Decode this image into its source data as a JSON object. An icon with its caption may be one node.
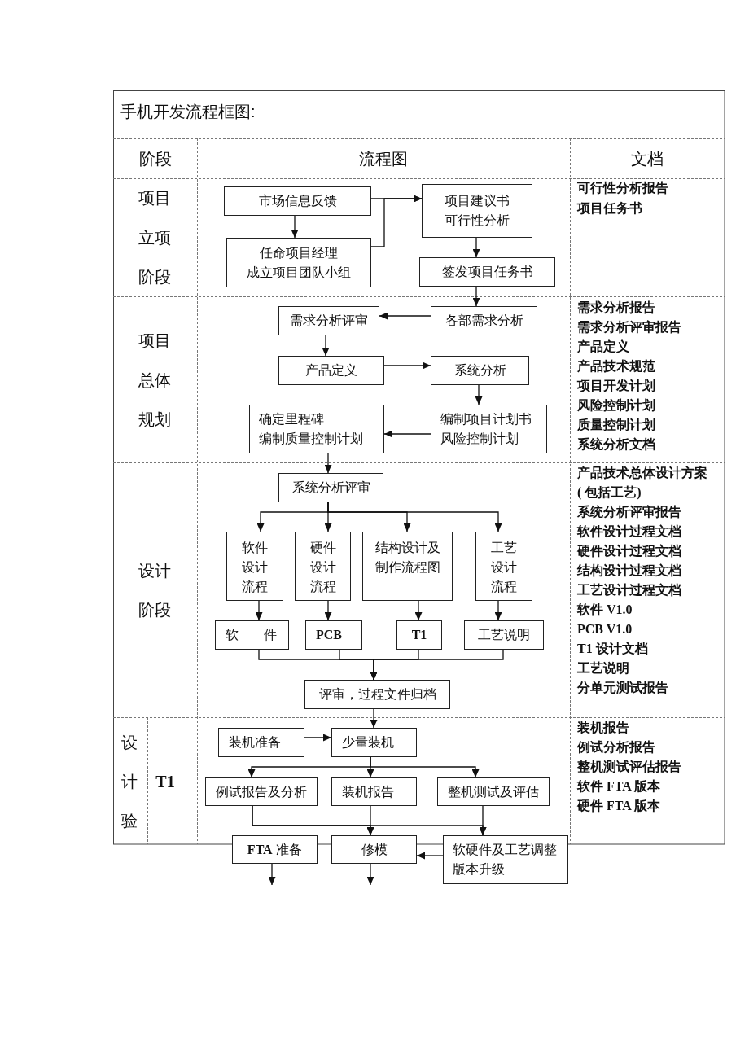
{
  "diagram": {
    "title": "手机开发流程框图:",
    "nodes": [
      {
        "text": [
          "市场信息反馈"
        ]
      },
      {
        "text": [
          "任命项目经理",
          "成立项目团队小组"
        ]
      },
      {
        "text": [
          "项目建议书",
          "可行性分析"
        ]
      },
      {
        "text": [
          "签发项目任务书"
        ]
      },
      {
        "text": [
          "需求分析评审"
        ]
      },
      {
        "text": [
          "各部需求分析"
        ]
      },
      {
        "text": [
          "产品定义"
        ]
      },
      {
        "text": [
          "系统分析"
        ]
      },
      {
        "text": [
          "确定里程碑",
          "编制质量控制计划"
        ]
      },
      {
        "text": [
          "编制项目计划书",
          "风险控制计划"
        ]
      },
      {
        "text": [
          "系统分析评审"
        ]
      },
      {
        "text": [
          "软件设计流程"
        ]
      },
      {
        "text": [
          "硬件设计流程"
        ]
      },
      {
        "text": [
          "结构设计及制作流程图"
        ]
      },
      {
        "text": [
          "工艺设计流程"
        ]
      },
      {
        "text": [
          "软件"
        ]
      },
      {
        "text": [
          "PCB"
        ]
      },
      {
        "text": [
          "T1"
        ]
      },
      {
        "text": [
          "工艺说明"
        ]
      },
      {
        "text": [
          "评审，过程文件归档"
        ]
      },
      {
        "text": [
          "装机准备"
        ]
      },
      {
        "text": [
          "少量装机"
        ]
      },
      {
        "text": [
          "例试报告及分析"
        ]
      },
      {
        "text": [
          "装机报告"
        ]
      },
      {
        "text": [
          "整机测试及评估"
        ]
      },
      {
        "text": [
          "**FTA** 准备"
        ]
      },
      {
        "text": [
          "修模"
        ]
      },
      {
        "text": [
          "软硬件及工艺调整",
          "版本升级"
        ]
      }
    ],
    "edges": [
      {
        "from": 0,
        "to": 2,
        "arrow": "to"
      },
      {
        "from": 0,
        "to": 1,
        "arrow": "to"
      },
      {
        "from": 1,
        "to": 2,
        "arrow": "to"
      },
      {
        "from": 2,
        "to": 3,
        "arrow": "to"
      },
      {
        "from": 3,
        "to": 5,
        "arrow": "to"
      },
      {
        "from": 5,
        "to": 4,
        "arrow": "to"
      },
      {
        "from": 4,
        "to": 6,
        "arrow": "to"
      },
      {
        "from": 6,
        "to": 7,
        "arrow": "to"
      },
      {
        "from": 7,
        "to": 9,
        "arrow": "to"
      },
      {
        "from": 9,
        "to": 8,
        "arrow": "to"
      },
      {
        "from": 8,
        "to": 10,
        "arrow": "to"
      },
      {
        "from": 10,
        "to": 11,
        "arrow": "to"
      },
      {
        "from": 10,
        "to": 12,
        "arrow": "to"
      },
      {
        "from": 10,
        "to": 13,
        "arrow": "to"
      },
      {
        "from": 10,
        "to": 14,
        "arrow": "to"
      },
      {
        "from": 11,
        "to": 15,
        "arrow": "to"
      },
      {
        "from": 12,
        "to": 16,
        "arrow": "to"
      },
      {
        "from": 13,
        "to": 17,
        "arrow": "to"
      },
      {
        "from": 14,
        "to": 18,
        "arrow": "to"
      },
      {
        "from": 15,
        "to": 19,
        "arrow": "to"
      },
      {
        "from": 16,
        "to": 19,
        "arrow": "to"
      },
      {
        "from": 17,
        "to": 19,
        "arrow": "to"
      },
      {
        "from": 18,
        "to": 19,
        "arrow": "to"
      },
      {
        "from": 19,
        "to": 21,
        "arrow": "to"
      },
      {
        "from": 20,
        "to": 21,
        "arrow": "to"
      },
      {
        "from": 21,
        "to": 22,
        "arrow": "to"
      },
      {
        "from": 21,
        "to": 23,
        "arrow": "to"
      },
      {
        "from": 21,
        "to": 24,
        "arrow": "to"
      },
      {
        "from": 22,
        "to": 26,
        "arrow": "to"
      },
      {
        "from": 22,
        "to": 27,
        "arrow": "to"
      },
      {
        "from": 23,
        "to": 26,
        "arrow": "to"
      },
      {
        "from": 24,
        "to": 27,
        "arrow": "to"
      },
      {
        "from": 27,
        "to": 26,
        "arrow": "to"
      },
      {
        "from": 25,
        "to": null,
        "arrow": "to"
      },
      {
        "from": 26,
        "to": null,
        "arrow": "to"
      }
    ],
    "labels": [
      "阶段",
      "流程图",
      "文档",
      "项目立项阶段",
      "可行性分析报告",
      "项目任务书",
      "项目总体规划",
      "需求分析报告",
      "需求分析评审报告",
      "产品定义",
      "产品技术规范",
      "项目开发计划",
      "风险控制计划",
      "质量控制计划",
      "系统分析文档",
      "设计阶段",
      "产品技术总体设计方案( 包括工艺)",
      "系统分析评审报告",
      "软件设计过程文档",
      "硬件设计过程文档",
      "结构设计过程文档",
      "工艺设计过程文档",
      "软件 V1.0",
      "PCB V1.0",
      "T1 设计文档",
      "工艺说明",
      "分单元测试报告",
      "设计验",
      "T1",
      "装机报告",
      "例试分析报告",
      "整机测试评估报告",
      "软件 FTA 版本",
      "硬件 FTA 版本"
    ]
  }
}
